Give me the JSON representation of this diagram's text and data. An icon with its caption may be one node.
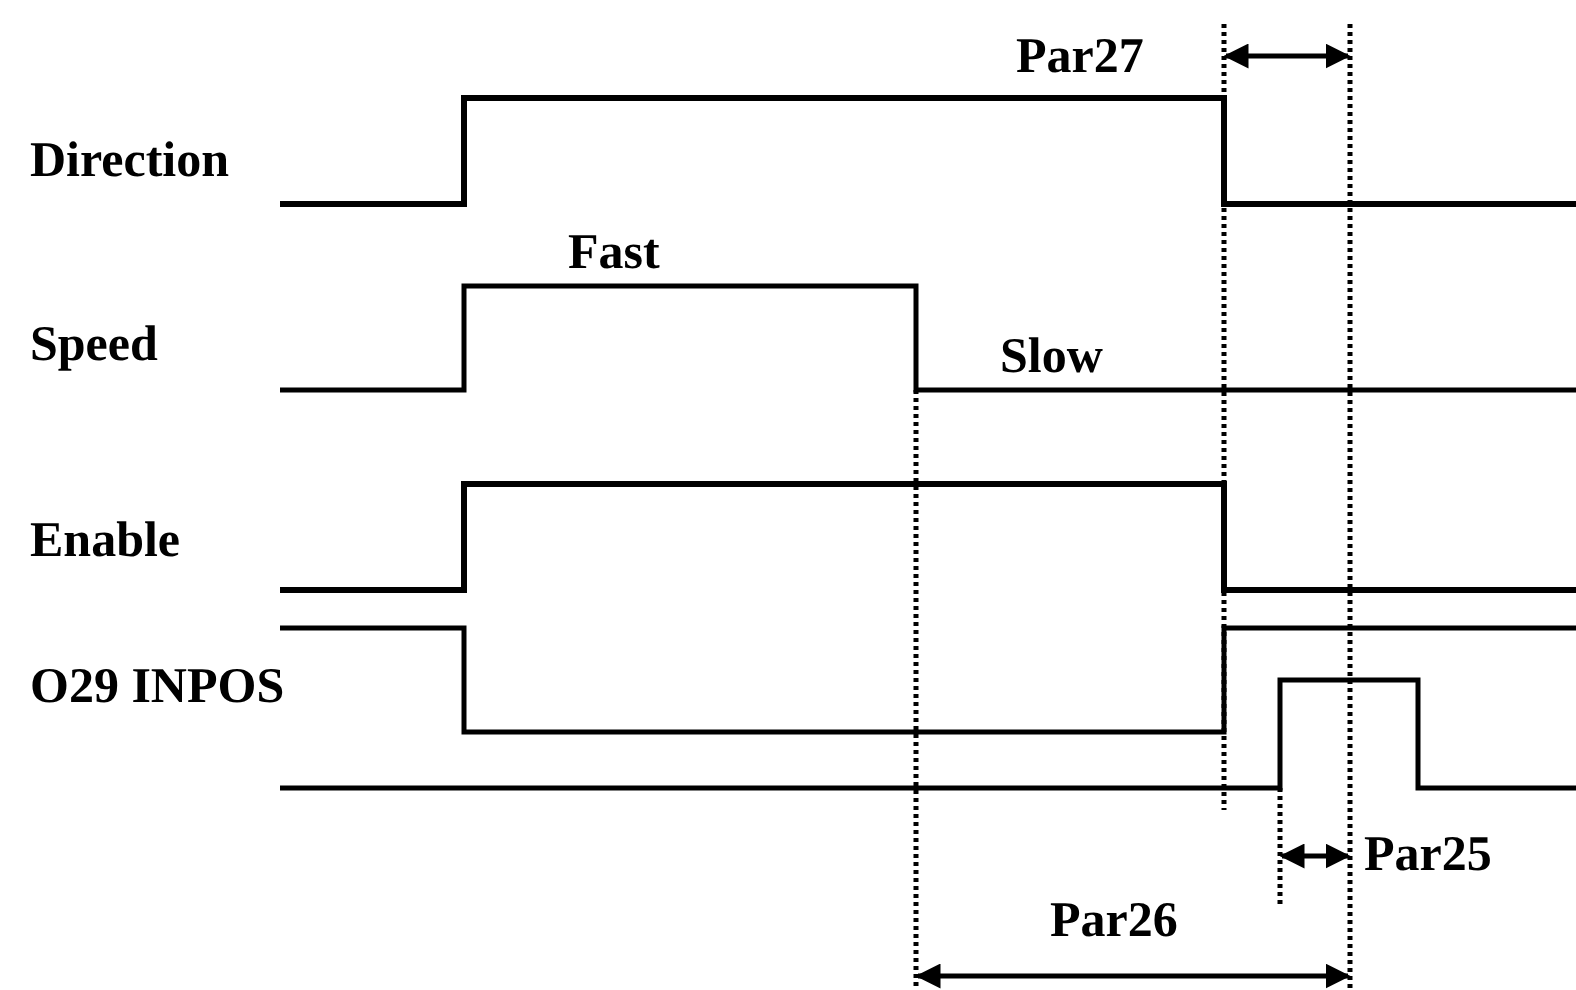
{
  "diagram": {
    "labels": [
      "Par27",
      "Direction",
      "Fast",
      "Speed",
      "Slow",
      "Enable",
      "O29 INPOS",
      "Par25",
      "Par26"
    ]
  }
}
